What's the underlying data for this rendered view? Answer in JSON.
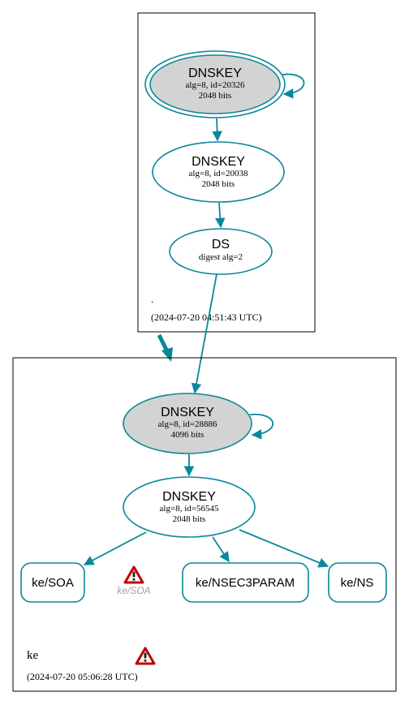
{
  "colors": {
    "edge": "#0a879a",
    "node_fill_ksk": "#d3d3d3",
    "node_fill": "#ffffff",
    "cluster_border": "#000000",
    "warning_red": "#c00000"
  },
  "root_zone": {
    "name": ".",
    "timestamp": "(2024-07-20 04:51:43 UTC)",
    "ksk": {
      "type": "DNSKEY",
      "line1": "alg=8, id=20326",
      "line2": "2048 bits"
    },
    "zsk": {
      "type": "DNSKEY",
      "line1": "alg=8, id=20038",
      "line2": "2048 bits"
    },
    "ds": {
      "type": "DS",
      "line1": "digest alg=2"
    }
  },
  "ke_zone": {
    "name": "ke",
    "timestamp": "(2024-07-20 05:06:28 UTC)",
    "ksk": {
      "type": "DNSKEY",
      "line1": "alg=8, id=28886",
      "line2": "4096 bits"
    },
    "zsk": {
      "type": "DNSKEY",
      "line1": "alg=8, id=56545",
      "line2": "2048 bits"
    },
    "rrsets": {
      "soa": "ke/SOA",
      "nsec3param": "ke/NSEC3PARAM",
      "ns": "ke/NS"
    },
    "missing_soa_label": "ke/SOA",
    "warning_icon": "warning-triangle-icon"
  }
}
